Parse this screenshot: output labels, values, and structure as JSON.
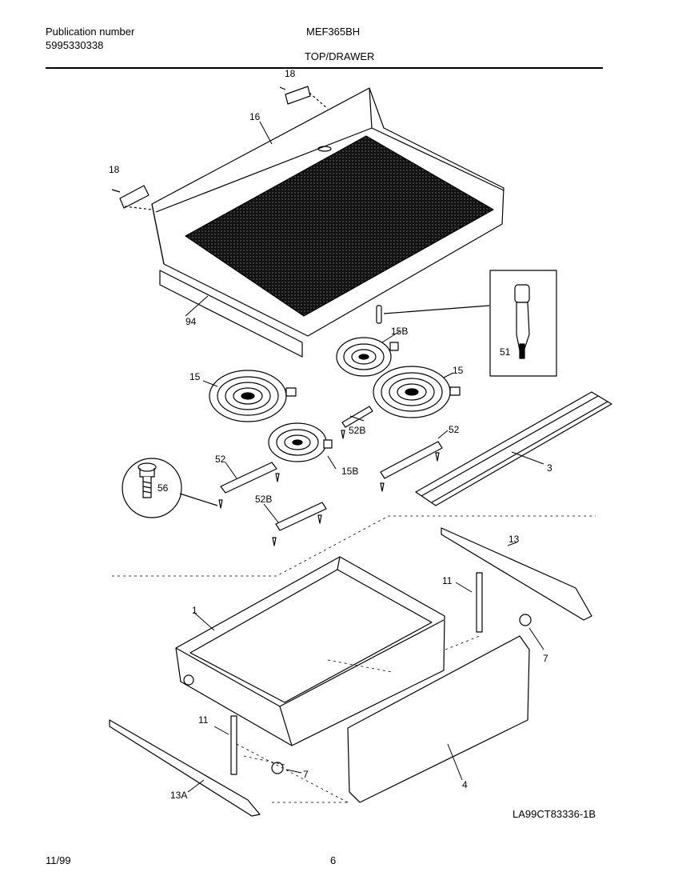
{
  "header": {
    "publication_label": "Publication number",
    "publication_number": "5995330338",
    "model": "MEF365BH",
    "section": "TOP/DRAWER"
  },
  "footer": {
    "date": "11/99",
    "page": "6",
    "drawing_code": "LA99CT83336-1B"
  },
  "callouts": {
    "p18a": "18",
    "p18b": "18",
    "p16": "16",
    "p94": "94",
    "p51": "51",
    "p15a": "15",
    "p15b": "15",
    "p15Ba": "15B",
    "p15Bb": "15B",
    "p52a": "52",
    "p52b": "52",
    "p52Ba": "52B",
    "p52Bb": "52B",
    "p56": "56",
    "p3": "3",
    "p13": "13",
    "p13A": "13A",
    "p11a": "11",
    "p11b": "11",
    "p1": "1",
    "p7a": "7",
    "p7b": "7",
    "p4": "4"
  }
}
